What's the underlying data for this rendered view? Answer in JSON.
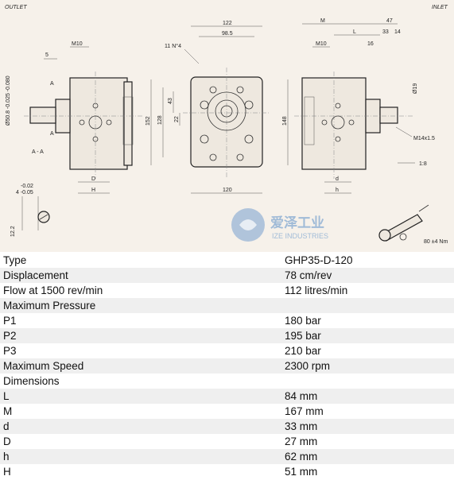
{
  "drawing": {
    "outlet_label": "OUTLET",
    "inlet_label": "INLET",
    "section_label": "A - A",
    "arrow_a": "A",
    "dims": {
      "d122": "122",
      "d98_5": "98.5",
      "d11n4": "11 N°4",
      "dM10_left": "M10",
      "dM10_right": "M10",
      "d5": "5",
      "d43": "43",
      "d22": "22",
      "d128": "128",
      "d152": "152",
      "d148": "148",
      "d120": "120",
      "dM": "M",
      "dL": "L",
      "d47": "47",
      "d33": "33",
      "d14": "14",
      "d16": "16",
      "dphi19": "Ø19",
      "dM14": "M14x1.5",
      "d1_8": "1:8",
      "dD": "D",
      "dH": "H",
      "dd": "d",
      "dh": "h",
      "dshaft": "Ø50.8 -0.025 -0.080",
      "dkey_tol": "-0.02",
      "dkey": "4 -0.05",
      "d12_2": "12.2",
      "torque": "80 ±4 Nm"
    },
    "watermark_cn": "爱泽工业",
    "watermark_en": "IZE INDUSTRIES"
  },
  "specs": [
    {
      "key": "Type",
      "value": "GHP35-D-120"
    },
    {
      "key": "Displacement",
      "value": "78 cm/rev"
    },
    {
      "key": "Flow at 1500 rev/min",
      "value": "112 litres/min"
    },
    {
      "key": "Maximum Pressure",
      "value": ""
    },
    {
      "key": "P1",
      "value": "180 bar"
    },
    {
      "key": "P2",
      "value": "195 bar"
    },
    {
      "key": "P3",
      "value": "210 bar"
    },
    {
      "key": "Maximum Speed",
      "value": "2300 rpm"
    },
    {
      "key": "Dimensions",
      "value": ""
    },
    {
      "key": "L",
      "value": "84 mm"
    },
    {
      "key": "M",
      "value": "167 mm"
    },
    {
      "key": "d",
      "value": "33 mm"
    },
    {
      "key": "D",
      "value": "27 mm"
    },
    {
      "key": "h",
      "value": "62 mm"
    },
    {
      "key": "H",
      "value": "51 mm"
    }
  ],
  "colors": {
    "drawing_bg": "#f6f1ea",
    "row_shade": "#efefef",
    "watermark_blue": "#5b8fc9"
  }
}
